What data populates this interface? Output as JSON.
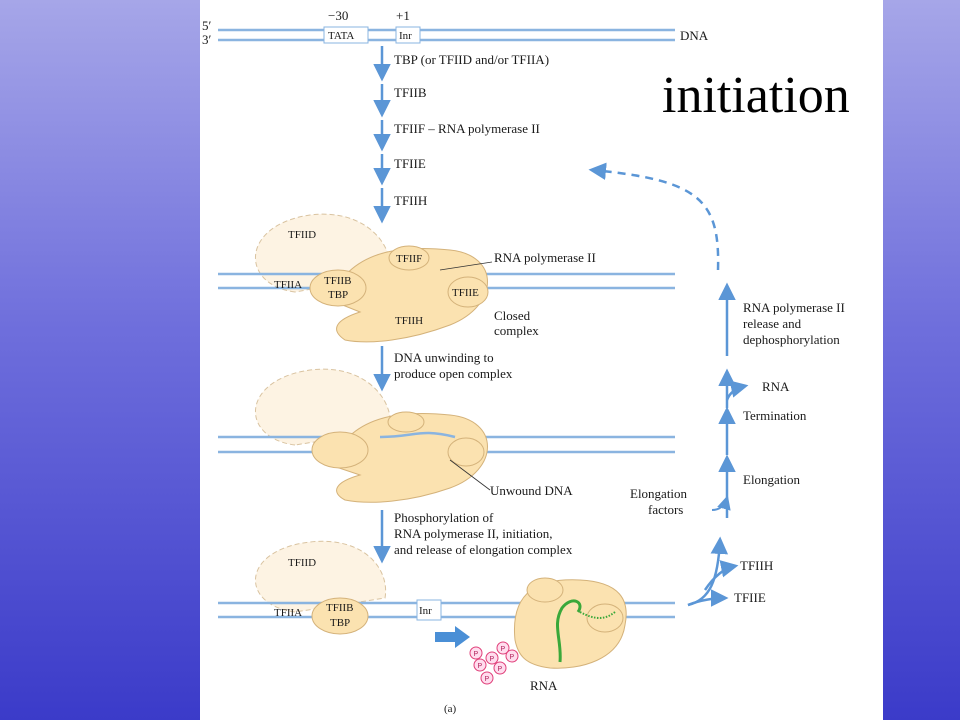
{
  "dna": {
    "five": "5′",
    "three": "3′",
    "label": "DNA",
    "m30": "−30",
    "p1": "+1",
    "tata": "TATA",
    "inr": "Inr"
  },
  "steps": [
    "TBP (or TFIID and/or TFIIA)",
    "TFIIB",
    "TFIIF – RNA polymerase II",
    "TFIIE",
    "TFIIH"
  ],
  "title": "initiation",
  "closed": {
    "tfiid": "TFIID",
    "tfiif": "TFIIF",
    "tfiia": "TFIIA",
    "tfiib": "TFIIB",
    "tbp": "TBP",
    "tfiie": "TFIIE",
    "tfiih": "TFIIH",
    "rnap": "RNA polymerase II",
    "closed1": "Closed",
    "closed2": "complex"
  },
  "unwind": [
    "DNA unwinding to",
    "produce open complex"
  ],
  "unwound": "Unwound DNA",
  "phospho": [
    "Phosphorylation of",
    "RNA polymerase II, initiation,",
    "and release of elongation complex"
  ],
  "bottom": {
    "tfiid": "TFIID",
    "tfiia": "TFIIA",
    "tfiib": "TFIIB",
    "tbp": "TBP",
    "inr": "Inr",
    "rna": "RNA",
    "p": "P"
  },
  "right": {
    "release": [
      "RNA polymerase II",
      "release and",
      "dephosphorylation"
    ],
    "rna": "RNA",
    "termination": "Termination",
    "elongation": "Elongation",
    "elongation_factors": [
      "Elongation",
      "factors"
    ],
    "tfiih": "TFIIH",
    "tfiie": "TFIIE"
  },
  "caption": "(a)",
  "colors": {
    "dna": "#8ab4e0",
    "arrow": "#5b96d6",
    "protein": "#fbe2b0",
    "protein_stroke": "#d4b27a",
    "ghost": "#fdf3e3",
    "rna": "#3aa83a",
    "phos": "#e0407a"
  }
}
